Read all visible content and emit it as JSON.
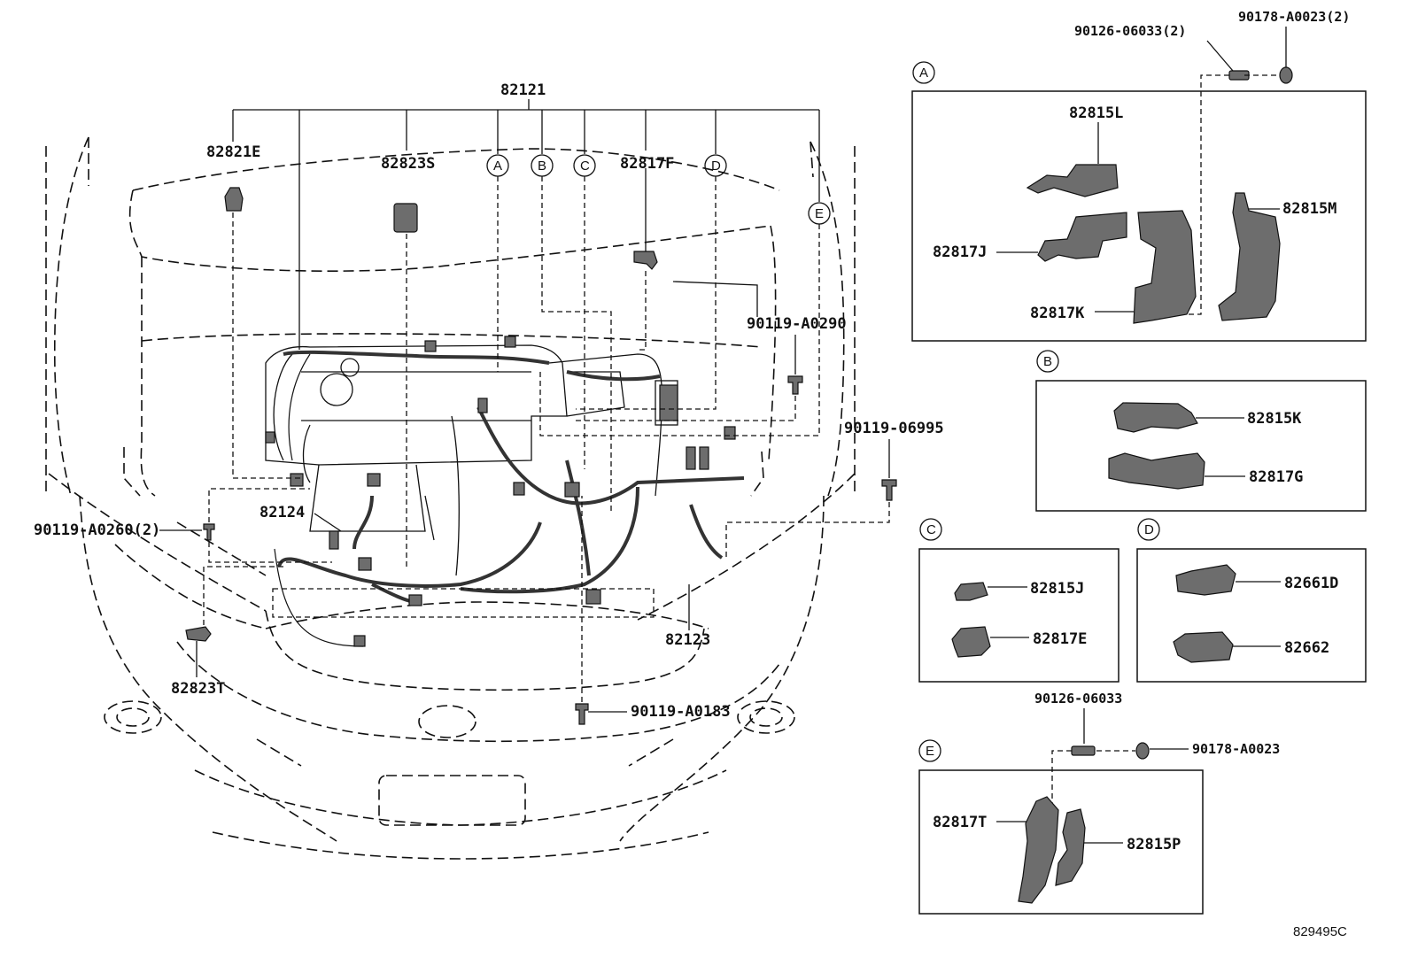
{
  "diagram": {
    "main_harness": "82121",
    "callouts": {
      "A": "A",
      "B": "B",
      "C": "C",
      "D": "D",
      "E": "E"
    },
    "labels": {
      "p82821E": "82821E",
      "p82823S": "82823S",
      "p82817F": "82817F",
      "p90119A0290": "90119-A0290",
      "p90119_06995": "90119-06995",
      "p90119A0260": "90119-A0260(2)",
      "p82124": "82124",
      "p82123": "82123",
      "p82823T": "82823T",
      "p90119A0183": "90119-A0183"
    },
    "group_A": {
      "bolt": "90126-06033(2)",
      "nut": "90178-A0023(2)",
      "parts": [
        "82815L",
        "82817J",
        "82815M",
        "82817K"
      ]
    },
    "group_B": {
      "parts": [
        "82815K",
        "82817G"
      ]
    },
    "group_C": {
      "parts": [
        "82815J",
        "82817E"
      ]
    },
    "group_D": {
      "parts": [
        "82661D",
        "82662"
      ]
    },
    "group_E": {
      "bolt": "90126-06033",
      "nut": "90178-A0023",
      "parts": [
        "82817T",
        "82815P"
      ]
    },
    "figure_ref": "829495C"
  }
}
